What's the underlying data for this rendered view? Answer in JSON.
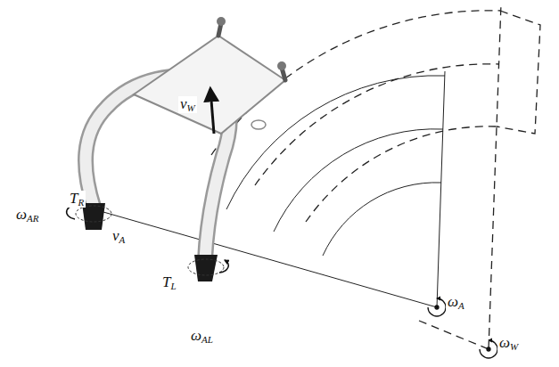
{
  "diagram": {
    "labels": [
      "ωAR",
      "TR",
      "νW",
      "νA",
      "TL",
      "ωAL",
      "ωA",
      "ωW"
    ]
  }
}
